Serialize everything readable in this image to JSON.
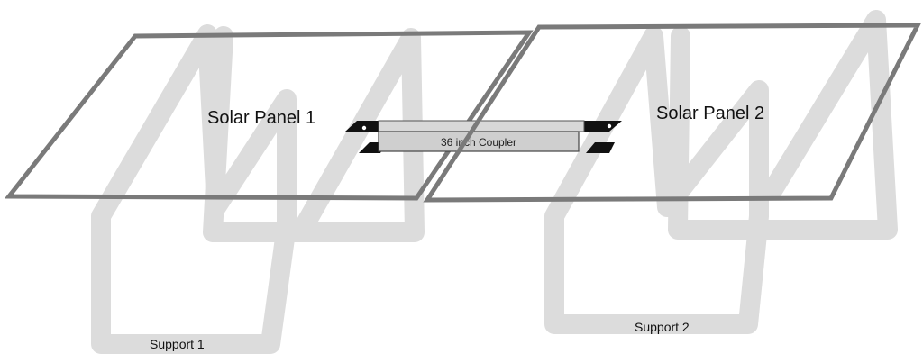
{
  "diagram": {
    "panels": [
      {
        "label": "Solar Panel 1"
      },
      {
        "label": "Solar Panel 2"
      }
    ],
    "supports": [
      {
        "label": "Support 1"
      },
      {
        "label": "Support 2"
      }
    ],
    "coupler": {
      "label": "36 inch Coupler"
    }
  }
}
